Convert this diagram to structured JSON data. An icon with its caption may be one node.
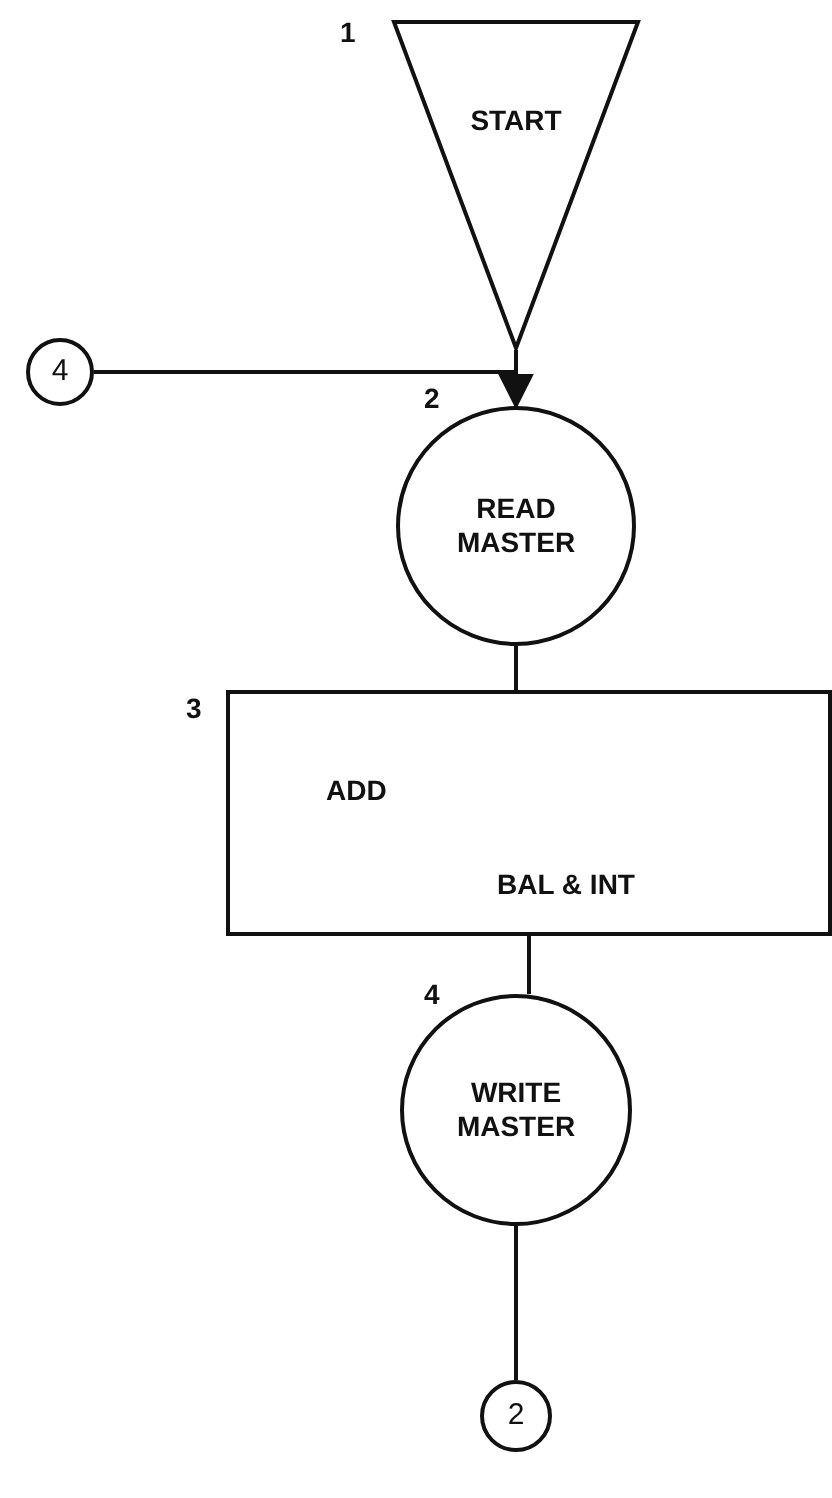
{
  "diagram": {
    "nodes": [
      {
        "text": [
          "START"
        ],
        "beside": [
          "1"
        ]
      },
      {
        "text": [
          "4"
        ]
      },
      {
        "text": [
          "READ MASTER"
        ],
        "beside": [
          "2"
        ]
      },
      {
        "text": [
          "ADD",
          "BAL & INT"
        ],
        "beside": [
          "3"
        ]
      },
      {
        "text": [
          "WRITE MASTER"
        ],
        "beside": [
          "4"
        ]
      },
      {
        "text": [
          "2"
        ]
      }
    ],
    "edges": [
      {
        "from": 0,
        "to": 2,
        "arrow": "none"
      },
      {
        "from": 1,
        "to": 2,
        "arrow": "to"
      },
      {
        "from": 2,
        "to": 3,
        "arrow": "none"
      },
      {
        "from": 3,
        "to": 4,
        "arrow": "none"
      },
      {
        "from": 4,
        "to": 5,
        "arrow": "none"
      }
    ]
  }
}
